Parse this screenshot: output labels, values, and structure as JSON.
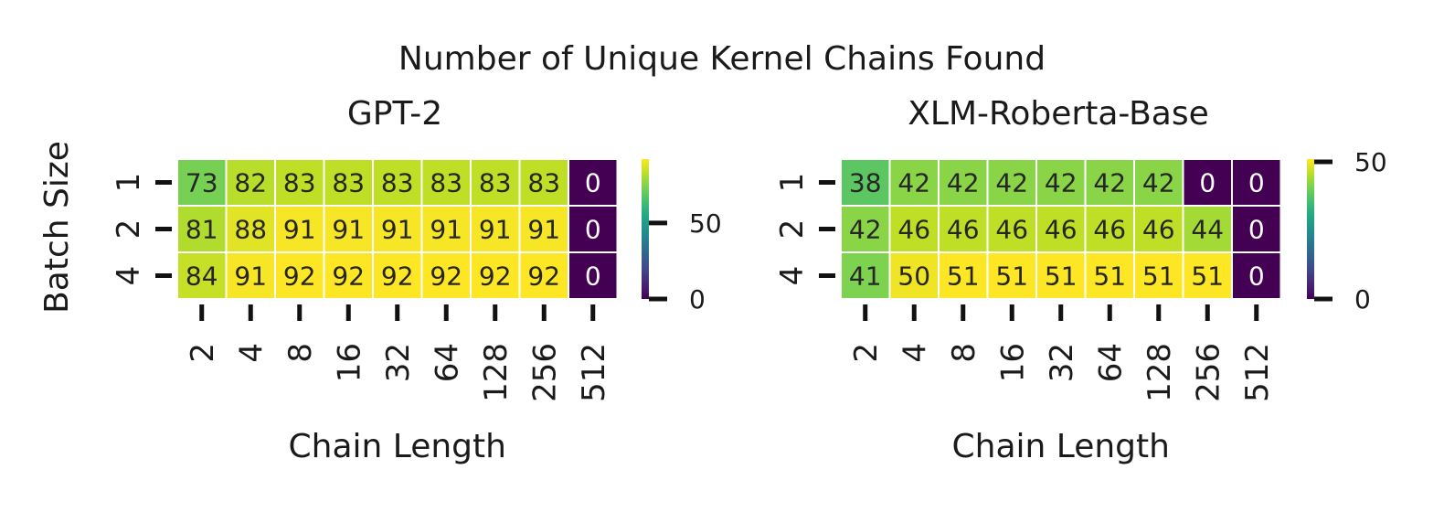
{
  "suptitle": "Number of Unique Kernel Chains Found",
  "chart_data": [
    {
      "type": "heatmap",
      "title": "GPT-2",
      "xlabel": "Chain Length",
      "ylabel": "Batch Size",
      "x_categories": [
        "2",
        "4",
        "8",
        "16",
        "32",
        "64",
        "128",
        "256",
        "512"
      ],
      "y_categories": [
        "1",
        "2",
        "4"
      ],
      "values": [
        [
          73,
          82,
          83,
          83,
          83,
          83,
          83,
          83,
          0
        ],
        [
          81,
          88,
          91,
          91,
          91,
          91,
          91,
          91,
          0
        ],
        [
          84,
          91,
          92,
          92,
          92,
          92,
          92,
          92,
          0
        ]
      ],
      "colormap": "viridis",
      "vmin": 0,
      "vmax": 92,
      "colorbar_ticks": [
        0,
        50
      ],
      "annotated": true
    },
    {
      "type": "heatmap",
      "title": "XLM-Roberta-Base",
      "xlabel": "Chain Length",
      "ylabel": "",
      "x_categories": [
        "2",
        "4",
        "8",
        "16",
        "32",
        "64",
        "128",
        "256",
        "512"
      ],
      "y_categories": [
        "1",
        "2",
        "4"
      ],
      "values": [
        [
          38,
          42,
          42,
          42,
          42,
          42,
          42,
          0,
          0
        ],
        [
          42,
          46,
          46,
          46,
          46,
          46,
          46,
          44,
          0
        ],
        [
          41,
          50,
          51,
          51,
          51,
          51,
          51,
          51,
          0
        ]
      ],
      "colormap": "viridis",
      "vmin": 0,
      "vmax": 51,
      "colorbar_ticks": [
        0,
        50
      ],
      "annotated": true
    }
  ]
}
